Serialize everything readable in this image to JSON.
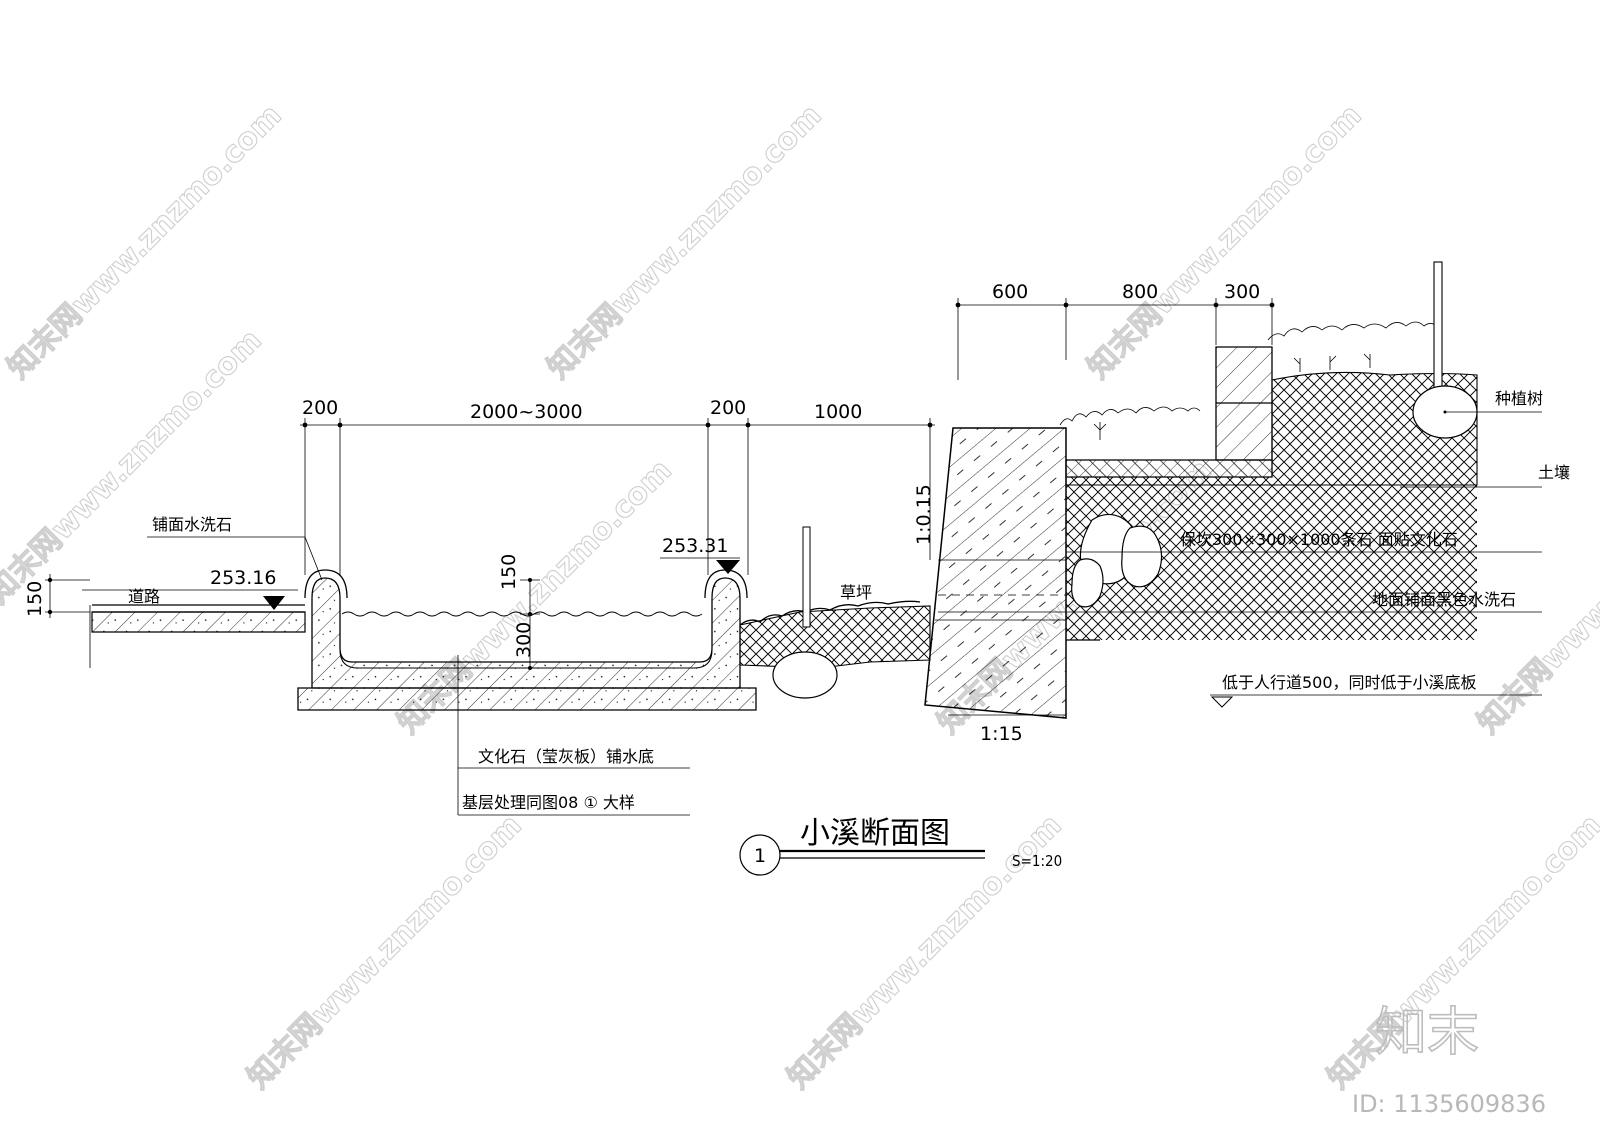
{
  "watermark": {
    "text": "知末网www.znzmo.com",
    "brand": "知末",
    "id": "ID: 1135609836"
  },
  "drawing": {
    "title": "小溪断面图",
    "index": "1",
    "scale": "S=1:20",
    "dimensions": {
      "d200_left": "200",
      "d2000_3000": "2000~3000",
      "d200_right": "200",
      "d1000": "1000",
      "d600": "600",
      "d800": "800",
      "d300_top": "300",
      "d150_left": "150",
      "d150_stream": "150",
      "d300_stream": "300"
    },
    "elevations": {
      "road": "253.16",
      "bank": "253.31"
    },
    "slopes": {
      "wall_face": "1:0.15",
      "wall_base": "1:15"
    },
    "labels": {
      "paving": "铺面水洗石",
      "road": "道路",
      "lawn": "草坪",
      "bottom_stone": "文化石（莹灰板）铺水底",
      "base_treatment": "基层处理同图08 ① 大样",
      "tree": "种植树",
      "soil": "土壤",
      "retaining": "保坎300×300×1000条石 面贴文化石",
      "ground_paving": "地面铺面黑色水洗石",
      "below_walk": "低于人行道500，同时低于小溪底板"
    }
  }
}
